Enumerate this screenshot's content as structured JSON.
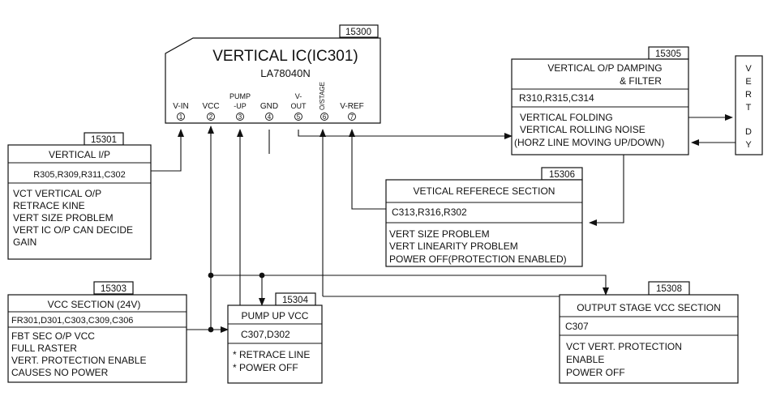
{
  "ic": {
    "tag": "15300",
    "title": "VERTICAL IC(IC301)",
    "part": "LA78040N",
    "pins": [
      {
        "name": "V-IN",
        "num": "1"
      },
      {
        "name": "VCC",
        "num": "2"
      },
      {
        "name_line1": "PUMP",
        "name_line2": "-UP",
        "num": "3"
      },
      {
        "name": "GND",
        "num": "4"
      },
      {
        "name_line1": "V-",
        "name_line2": "OUT",
        "num": "5"
      },
      {
        "name": "O/STAGE",
        "num": "6"
      },
      {
        "name": "V-REF",
        "num": "7"
      }
    ]
  },
  "blocks": {
    "vertical_ip": {
      "tag": "15301",
      "title": "VERTICAL  I/P",
      "parts": "R305,R309,R311,C302",
      "symptoms": [
        "VCT VERTICAL O/P",
        "RETRACE KINE",
        "VERT SIZE   PROBLEM",
        "VERT IC O/P CAN DECIDE",
        "GAIN"
      ]
    },
    "vcc_section": {
      "tag": "15303",
      "title": "VCC SECTION (24V)",
      "parts": "FR301,D301,C303,C309,C306",
      "symptoms": [
        "FBT SEC O/P VCC",
        "FULL RASTER",
        "VERT. PROTECTION ENABLE",
        "CAUSES NO POWER"
      ]
    },
    "pump_up": {
      "tag": "15304",
      "title": "PUMP UP VCC",
      "parts": "C307,D302",
      "symptoms": [
        "* RETRACE LINE",
        "* POWER OFF"
      ]
    },
    "damping": {
      "tag": "15305",
      "title_line1": "VERTICAL O/P DAMPING",
      "title_line2": "& FILTER",
      "parts": "R310,R315,C314",
      "symptoms": [
        "VERTICAL FOLDING",
        "VERTICAL ROLLING  NOISE",
        "(HORZ LINE MOVING UP/DOWN)"
      ]
    },
    "reference": {
      "tag": "15306",
      "title": "VETICAL REFERECE  SECTION",
      "parts": "C313,R316,R302",
      "symptoms": [
        "VERT SIZE PROBLEM",
        "VERT LINEARITY PROBLEM",
        "POWER OFF(PROTECTION ENABLED)"
      ]
    },
    "output_stage": {
      "tag": "15308",
      "title": "OUTPUT STAGE VCC SECTION",
      "parts": "C307",
      "symptoms": [
        "VCT VERT. PROTECTION",
        "ENABLE",
        " POWER OFF"
      ]
    },
    "vert_dy": {
      "letters": [
        "V",
        "E",
        "R",
        "T",
        "D",
        "Y"
      ]
    }
  }
}
